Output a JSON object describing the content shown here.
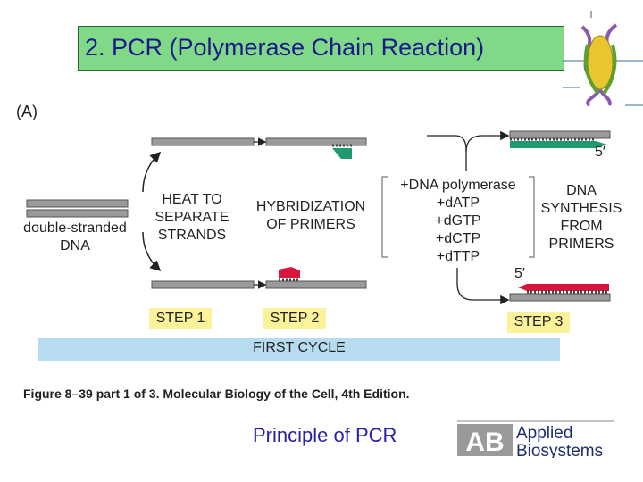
{
  "title": "2. PCR (Polymerase Chain Reaction)",
  "figure": {
    "panel_label": "(A)",
    "start_label_line1": "double-stranded",
    "start_label_line2": "DNA",
    "heat_label": [
      "HEAT TO",
      "SEPARATE",
      "STRANDS"
    ],
    "hybrid_label": [
      "HYBRIDIZATION",
      "OF PRIMERS"
    ],
    "reagents": [
      "+DNA polymerase",
      "+dATP",
      "+dGTP",
      "+dCTP",
      "+dTTP"
    ],
    "synthesis_label": [
      "DNA",
      "SYNTHESIS",
      "FROM",
      "PRIMERS"
    ],
    "five_prime": "5′",
    "steps": [
      "STEP 1",
      "STEP 2",
      "STEP 3"
    ],
    "cycle": "FIRST CYCLE"
  },
  "caption": "Figure 8–39 part 1 of 3. Molecular Biology of the Cell, 4th Edition.",
  "principle": "Principle of PCR",
  "logo": {
    "mark": "AB",
    "line1": "Applied",
    "line2": "Biosystems"
  },
  "colors": {
    "title_bg": "#7fd987",
    "title_text": "#1a1a8c",
    "strand": "#9a9a9a",
    "primer_green": "#1f9a70",
    "primer_red": "#d8163c",
    "step_bg": "#fbf29a",
    "cycle_bg": "#b7dcef",
    "principle": "#2a22a6"
  }
}
